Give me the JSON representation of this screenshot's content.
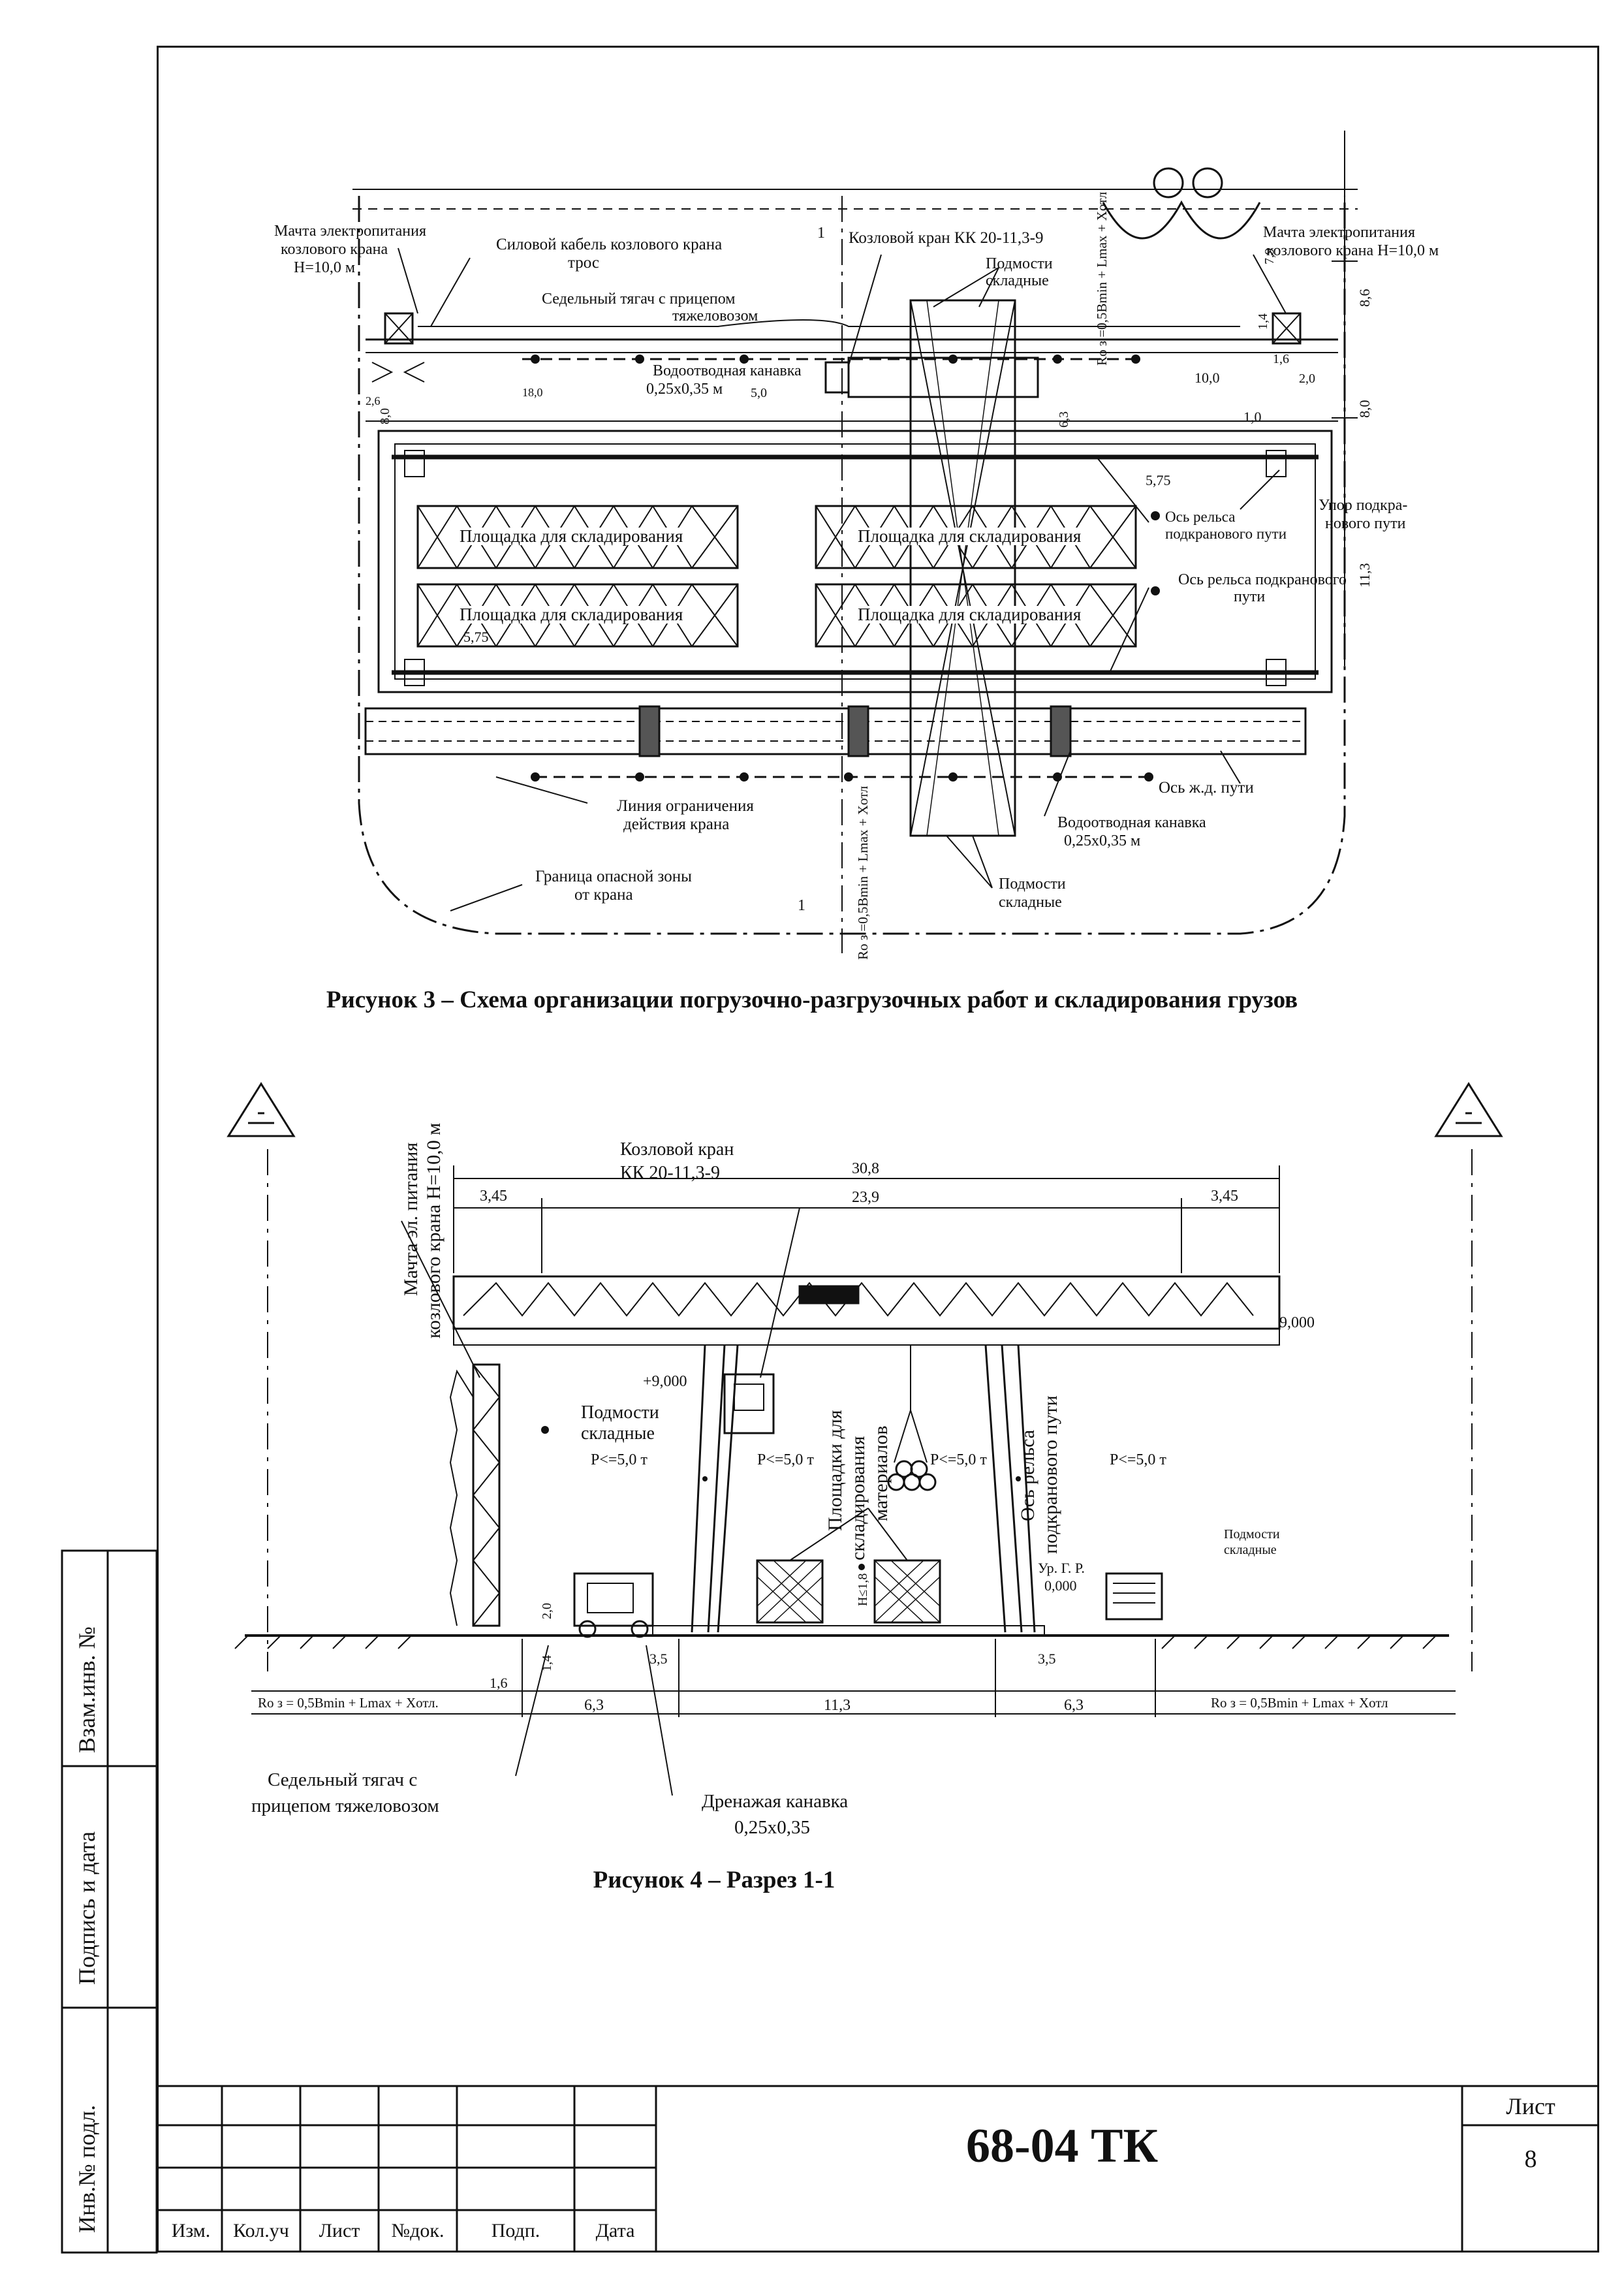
{
  "figure3": {
    "caption": "Рисунок 3 – Схема организации погрузочно-разгрузочных работ и складирования грузов",
    "labels": {
      "mast_left": "Мачта электропитания",
      "mast_left2": "козлового крана",
      "mast_left3": "H=10,0 м",
      "cable": "Силовой кабель козлового крана",
      "cable2": "трос",
      "crane": "Козловой кран КК 20-11,3-9",
      "scaffold_top": "Подмости",
      "scaffold_top2": "складные",
      "tractor": "Седельный тягач с прицепом",
      "tractor2": "тяжеловозом",
      "drain": "Водоотводная канавка",
      "drain_size": "0,25х0,35 м",
      "mast_right": "Мачта электропитания",
      "mast_right2": "козлового крана H=10,0 м",
      "stop": "Упор подкра-",
      "stop2": "нового пути",
      "rail_axis": "Ось рельса",
      "rail_axis2": "подкранового пути",
      "rail_axis_b": "Ось рельса подкранового",
      "rail_axis_b2": "пути",
      "storage": "Площадка для складирования",
      "limit_line": "Линия ограничения",
      "limit_line2": "действия крана",
      "rail_track": "Ось ж.д. пути",
      "drain_b": "Водоотводная канавка",
      "drain_b_size": "0,25х0,35 м",
      "danger": "Граница опасной зоны",
      "danger2": "от крана",
      "scaffold_bot": "Подмости",
      "scaffold_bot2": "складные",
      "ro_formula": "Rо з =0,5Bmin + Lmax + Xотл",
      "ro_formula_top": "Rо з =0,5Bmin + Lmax + Xотл",
      "section_mark": "1",
      "dims": {
        "d86": "8,6",
        "d80": "8,0",
        "d80r": "8,0",
        "d113": "11,3",
        "d100": "10,0",
        "d10": "1,0",
        "d575a": "5,75",
        "d575b": "5,75",
        "d50": "5,0",
        "d180": "18,0",
        "d63": "6,3",
        "d16": "1,6",
        "d20": "2,0",
        "d79": "7,9",
        "d14": "1,4",
        "d26": "2,6"
      }
    }
  },
  "figure4": {
    "caption": "Рисунок 4 – Разрез 1-1",
    "labels": {
      "mast": "Мачта эл. питания",
      "mast2": "козлового крана H=10,0 м",
      "crane": "Козловой кран",
      "crane_model": "КК 20-11,3-9",
      "span_total": "30,8",
      "span_left": "3,45",
      "span_mid": "23,9",
      "span_right": "3,45",
      "height_right": "9,000",
      "height_left": "+9,000",
      "scaffold_left": "Подмости",
      "scaffold_left2": "складные",
      "load_1": "P<=5,0 т",
      "load_2": "P<=5,0 т",
      "load_3": "P<=5,0 т",
      "load_4": "P<=5,0 т",
      "storage_v": "Площадки для",
      "storage_v2": "складирования",
      "storage_v3": "материалов",
      "rail_v": "Ось рельса",
      "rail_v2": "подкранового пути",
      "ground_level": "Ур. Г. Р.",
      "ground_value": "0,000",
      "scaffold_right": "Подмости",
      "scaffold_right2": "складные",
      "h18": "H≤1,8",
      "d16": "1,6",
      "d14": "1,4",
      "d20": "2,0",
      "d35a": "3,5",
      "d35b": "3,5",
      "d63a": "6,3",
      "d113": "11,3",
      "d63b": "6,3",
      "ro_left": "Rо з = 0,5Bmin + Lmax + Xотл.",
      "ro_right": "Rо з = 0,5Bmin + Lmax + Xотл",
      "tractor": "Седельный тягач с",
      "tractor2": "прицепом тяжеловозом",
      "drain": "Дренажая канавка",
      "drain_size": "0,25х0,35"
    }
  },
  "side_stamps": {
    "vzam": "Взам.инв. №",
    "podpis": "Подпись и дата",
    "inv": "Инв.№ подл."
  },
  "title_block": {
    "columns": [
      "Изм.",
      "Кол.уч",
      "Лист",
      "№док.",
      "Подп.",
      "Дата"
    ],
    "document_code": "68-04 ТК",
    "sheet_label": "Лист",
    "sheet_number": "8"
  }
}
